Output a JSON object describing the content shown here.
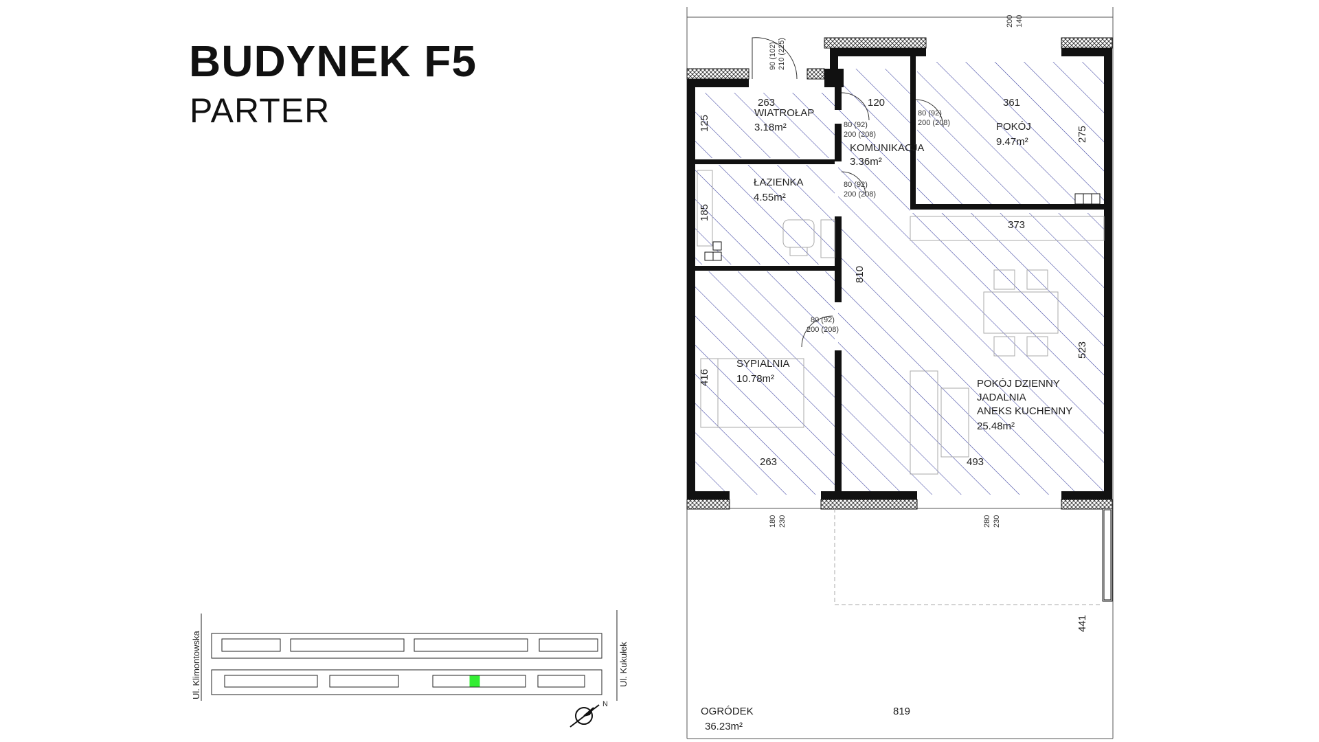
{
  "header": {
    "title": "BUDYNEK F5",
    "subtitle": "PARTER"
  },
  "rooms": [
    {
      "name": "WIATROŁAP",
      "area": "3.18m²"
    },
    {
      "name": "KOMUNIKACJA",
      "area": "3.36m²"
    },
    {
      "name": "POKÓJ",
      "area": "9.47m²"
    },
    {
      "name": "ŁAZIENKA",
      "area": "4.55m²"
    },
    {
      "name": "SYPIALNIA",
      "area": "10.78m²"
    },
    {
      "name_lines": [
        "POKÓJ DZIENNY",
        "JADALNIA",
        "ANEKS KUCHENNY"
      ],
      "area": "25.48m²"
    },
    {
      "name": "OGRÓDEK",
      "area": "36.23m²"
    }
  ],
  "dimensions": {
    "d263_top": "263",
    "d120": "120",
    "d361": "361",
    "d125": "125",
    "d275": "275",
    "d185": "185",
    "d373": "373",
    "d810": "810",
    "d416": "416",
    "d523": "523",
    "d263_bottom": "263",
    "d493": "493",
    "d441": "441",
    "d819": "819",
    "d200": "200",
    "d140": "140",
    "d180": "180",
    "d230a": "230",
    "d280": "280",
    "d230b": "230"
  },
  "doors": {
    "entry": [
      "90 (102)",
      "210 (225)"
    ],
    "d1": [
      "80 (92)",
      "200 (208)"
    ],
    "d2": [
      "80 (92)",
      "200 (208)"
    ],
    "d3": [
      "80 (92)",
      "200 (208)"
    ],
    "d4": [
      "80 (92)",
      "200 (208)"
    ]
  },
  "site_map": {
    "street_left": "Ul. Klimontowska",
    "street_right": "Ul. Kukułek",
    "highlight_color": "#33ee33",
    "compass_label": "N"
  },
  "colors": {
    "hatch": "#3a3fa0",
    "wall": "#111111"
  }
}
